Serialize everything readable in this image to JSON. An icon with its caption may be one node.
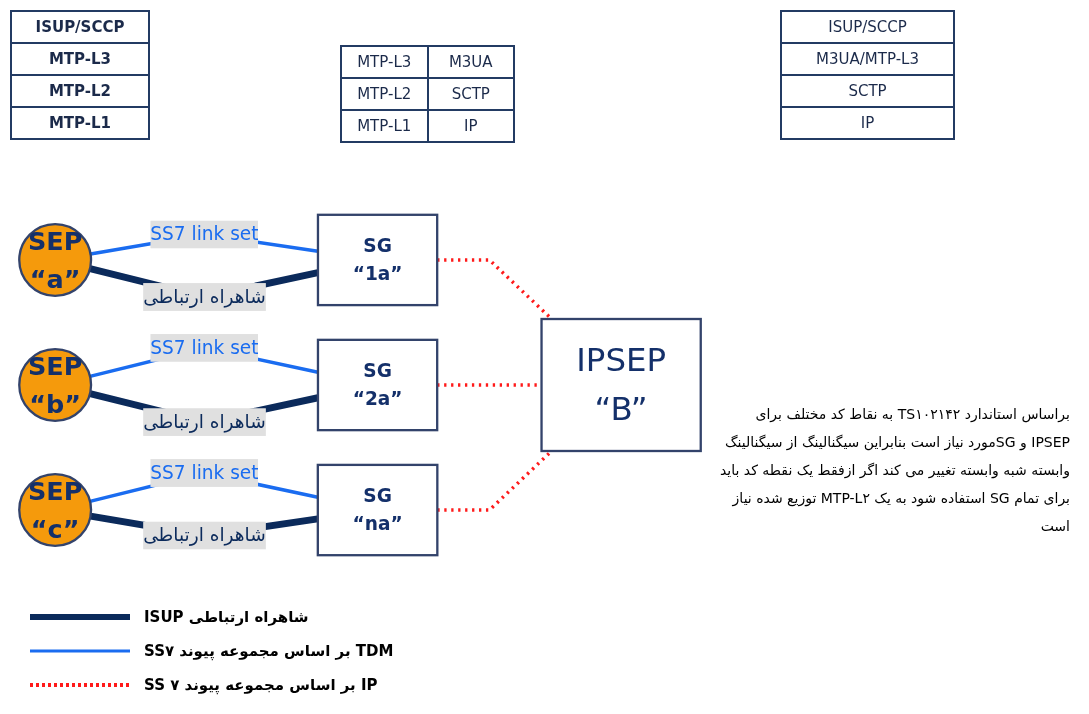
{
  "diagram": {
    "nodes": [
      {
        "text": [
          "SEP",
          "“a”"
        ]
      },
      {
        "text": [
          "SEP",
          "“b”"
        ]
      },
      {
        "text": [
          "SEP",
          "“c”"
        ]
      },
      {
        "text": [
          "SG",
          "“1a”"
        ]
      },
      {
        "text": [
          "SG",
          "“2a”"
        ]
      },
      {
        "text": [
          "SG",
          "“na”"
        ]
      },
      {
        "text": [
          "IPSEP",
          "“B”"
        ]
      }
    ],
    "edges": [
      {
        "from": 0,
        "to": 3,
        "arrow": "none",
        "label": "SS7 link set",
        "color": "#1a6cf0"
      },
      {
        "from": 0,
        "to": 3,
        "arrow": "none",
        "label": "شاهراه ارتباطی",
        "style": "thick",
        "color": "#0b2a5b"
      },
      {
        "from": 1,
        "to": 4,
        "arrow": "none",
        "label": "SS7 link set",
        "color": "#1a6cf0"
      },
      {
        "from": 1,
        "to": 4,
        "arrow": "none",
        "label": "شاهراه ارتباطی",
        "style": "thick",
        "color": "#0b2a5b"
      },
      {
        "from": 2,
        "to": 5,
        "arrow": "none",
        "label": "SS7 link set",
        "color": "#1a6cf0"
      },
      {
        "from": 2,
        "to": 5,
        "arrow": "none",
        "label": "شاهراه ارتباطی",
        "style": "thick",
        "color": "#0b2a5b"
      },
      {
        "from": 3,
        "to": 6,
        "arrow": "none",
        "style": "dashed",
        "color": "#ff1a1a"
      },
      {
        "from": 4,
        "to": 6,
        "arrow": "none",
        "style": "dashed",
        "color": "#ff1a1a"
      },
      {
        "from": 5,
        "to": 6,
        "arrow": "none",
        "style": "dashed",
        "color": "#ff1a1a"
      }
    ],
    "labels": [
      "ISUP/SCCP",
      "MTP-L3",
      "MTP-L2",
      "MTP-L1",
      "MTP-L3",
      "M3UA",
      "MTP-L2",
      "SCTP",
      "MTP-L1",
      "IP",
      "ISUP/SCCP",
      "M3UA/MTP-L3",
      "SCTP",
      "IP",
      "براساس استاندارد TS۱۰۲۱۴۲ به نقاط کد مختلف برای IPSEP و SGمورد نیاز است بنابراین سیگنالینگ از سیگنالینگ وابسته شبه وابسته تغییر می کند اگر ازفقط یک نقطه کد باید برای تمام SG استفاده شود به یک MTP-L۲ توزیع شده نیاز است"
    ],
    "legend": [
      {
        "text": "شاهراه ارتباطی ISUP"
      },
      {
        "text": "TDM بر اساس مجموعه پیوند SS۷"
      },
      {
        "text": "IP بر اساس مجموعه پیوند SS ۷"
      }
    ]
  }
}
